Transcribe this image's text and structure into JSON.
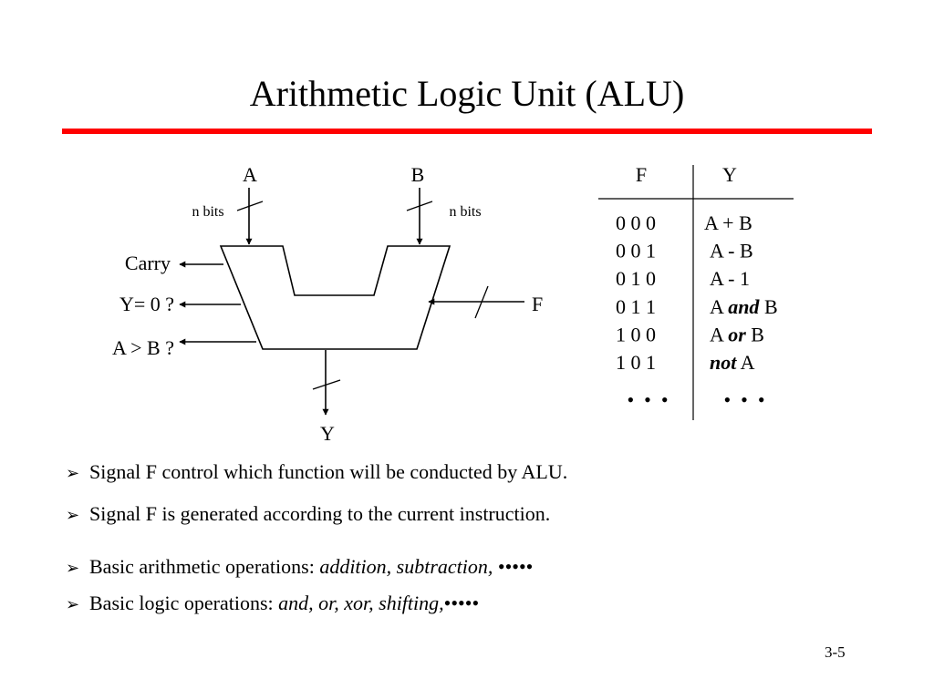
{
  "slide": {
    "title": "Arithmetic Logic Unit (ALU)",
    "title_rule_color": "#ff0000",
    "slide_number": "3-5"
  },
  "diagram": {
    "input_a": "A",
    "input_b": "B",
    "a_width_label": "n bits",
    "b_width_label": "n bits",
    "carry_label": "Carry",
    "zero_label": "Y= 0 ?",
    "compare_label": "A > B ?",
    "control_label": "F",
    "output_label": "Y"
  },
  "function_table": {
    "headers": [
      "F",
      "Y"
    ],
    "rows": [
      {
        "f": "0  0  0",
        "y_pre": "A + B",
        "y_em": "",
        "y_post": ""
      },
      {
        "f": "0  0  1",
        "y_pre": "A  - B",
        "y_em": "",
        "y_post": ""
      },
      {
        "f": "0  1  0",
        "y_pre": "A  - 1",
        "y_em": "",
        "y_post": ""
      },
      {
        "f": "0  1  1",
        "y_pre": "A ",
        "y_em": "and",
        "y_post": " B"
      },
      {
        "f": "1  0  0",
        "y_pre": "A ",
        "y_em": "or",
        "y_post": " B"
      },
      {
        "f": "1  0   1",
        "y_pre": "",
        "y_em": "not",
        "y_post": " A"
      }
    ],
    "ellipsis": "•  •  •"
  },
  "bullets": [
    {
      "text": "Signal F control which function will be conducted by ALU.",
      "em": "",
      "tail": ""
    },
    {
      "text": "Signal F is generated according to the current instruction.",
      "em": "",
      "tail": ""
    },
    {
      "text": "Basic arithmetic operations: ",
      "em": "addition, subtraction,",
      "tail": " •••••"
    },
    {
      "text": "Basic logic operations: ",
      "em": "and, or, xor, shifting,",
      "tail": "•••••"
    }
  ],
  "bullet_marker": "➢"
}
